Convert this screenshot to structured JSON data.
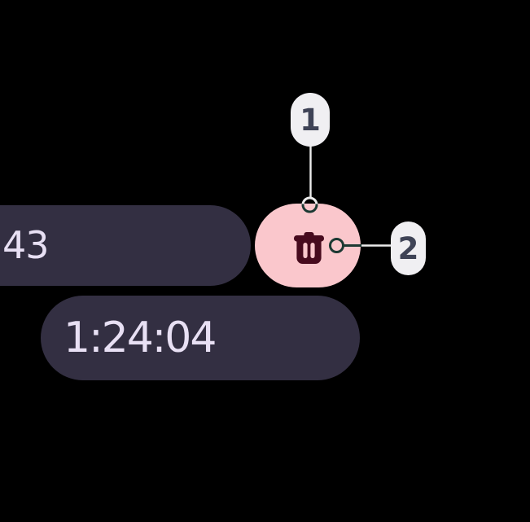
{
  "colors": {
    "bg": "#000000",
    "pill": "#332F42",
    "pill-text": "#E8E0F4",
    "pink": "#FAC7CC",
    "maroon": "#470B1E",
    "badge-bg": "#F0EFF2",
    "badge-text": "#3F4356",
    "line-light": "#ECECEC",
    "line-dark": "#1C3933"
  },
  "pills": {
    "top": {
      "text": "43"
    },
    "bottom": {
      "text": "1:24:04"
    }
  },
  "delete_button": {
    "icon": "trash-icon"
  },
  "callouts": [
    {
      "label": "1"
    },
    {
      "label": "2"
    }
  ]
}
